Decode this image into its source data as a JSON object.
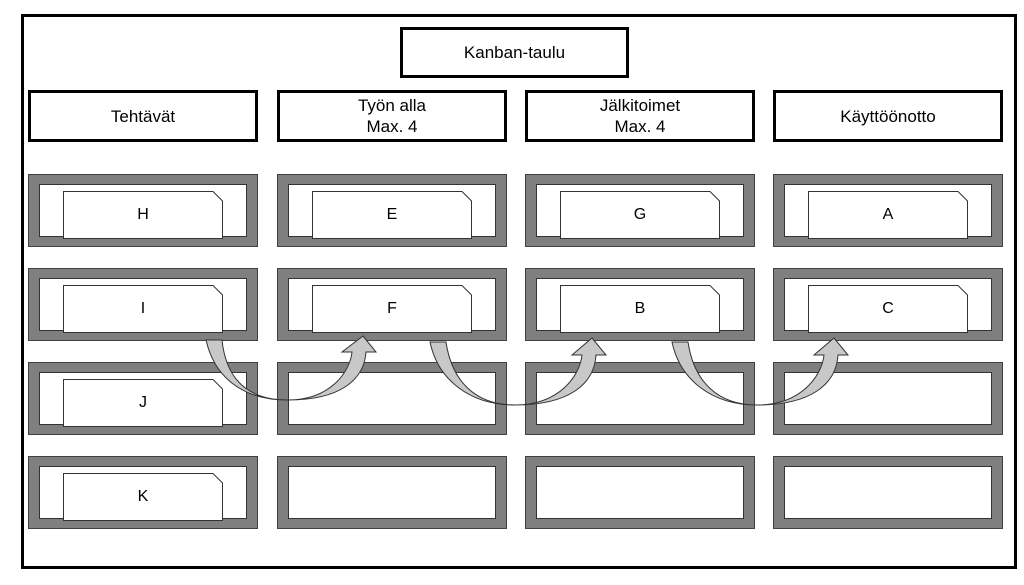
{
  "board": {
    "title": "Kanban-taulu",
    "columns": [
      {
        "title": "Tehtävät",
        "subtitle": ""
      },
      {
        "title": "Työn alla",
        "subtitle": "Max. 4"
      },
      {
        "title": "Jälkitoimet",
        "subtitle": "Max. 4"
      },
      {
        "title": "Käyttöönotto",
        "subtitle": ""
      }
    ],
    "cards": [
      [
        "H",
        "I",
        "J",
        "K"
      ],
      [
        "E",
        "F",
        "",
        ""
      ],
      [
        "G",
        "B",
        "",
        ""
      ],
      [
        "A",
        "C",
        "",
        ""
      ]
    ]
  },
  "colors": {
    "slot_frame": "#7f7f7f",
    "arrow_fill": "#c8c8c8",
    "border": "#000000"
  }
}
